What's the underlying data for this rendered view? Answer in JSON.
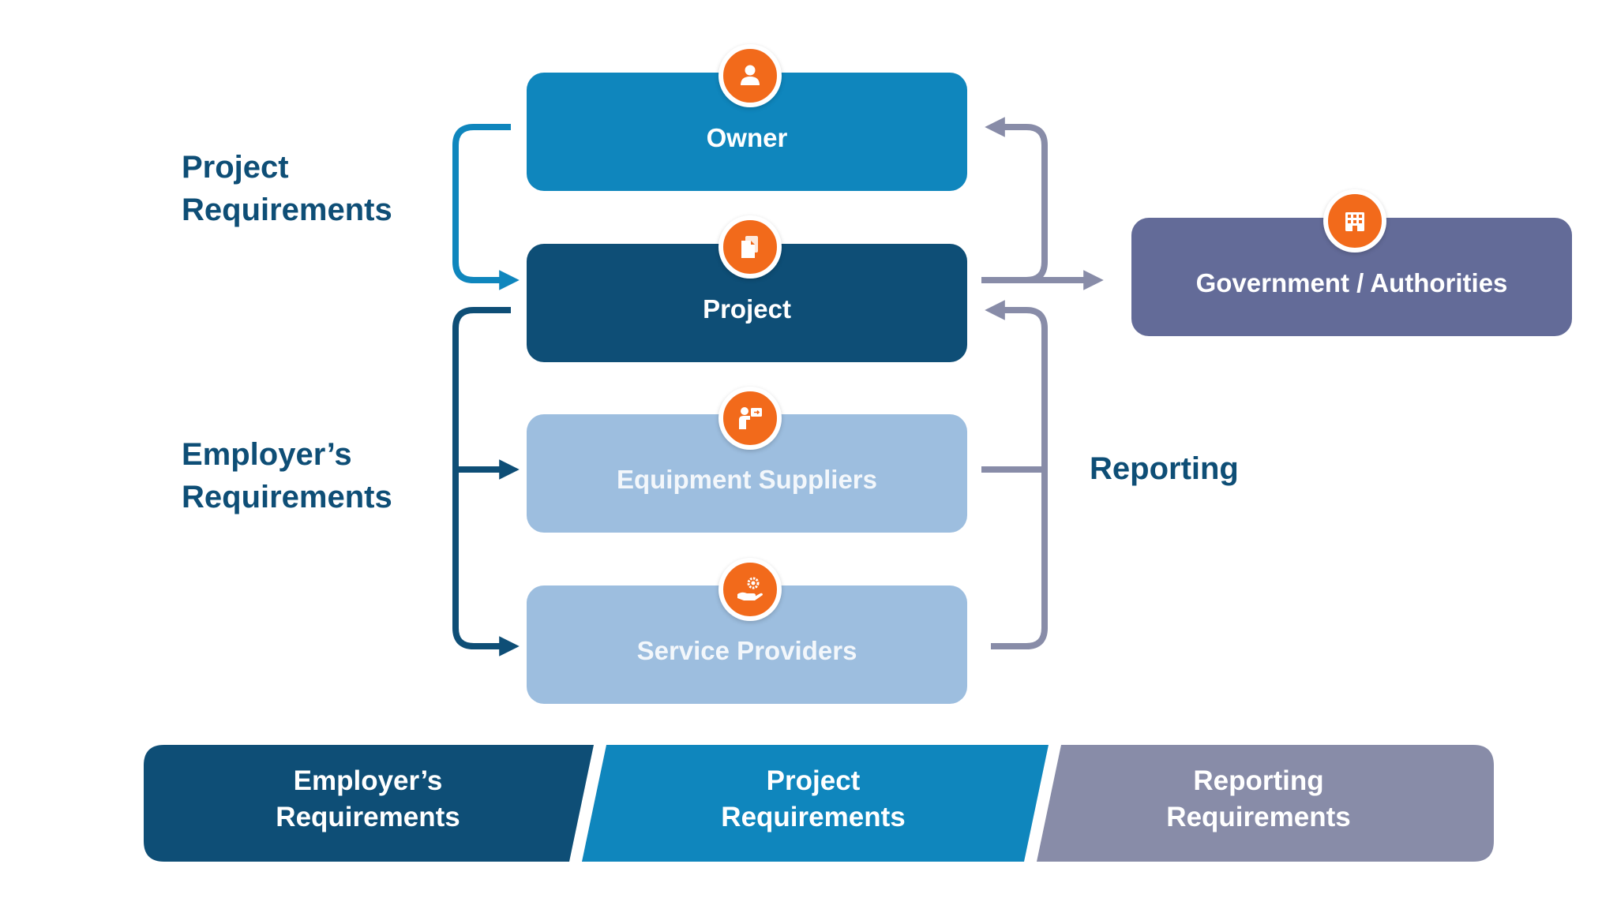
{
  "nodes": {
    "owner": {
      "label": "Owner",
      "icon": "person-icon"
    },
    "project": {
      "label": "Project",
      "icon": "documents-icon"
    },
    "equipment_suppliers": {
      "label": "Equipment Suppliers",
      "icon": "presenter-icon"
    },
    "service_providers": {
      "label": "Service Providers",
      "icon": "hand-gear-icon"
    },
    "government": {
      "label": "Government / Authorities",
      "icon": "building-icon"
    }
  },
  "side_labels": {
    "project_requirements": [
      "Project",
      "Requirements"
    ],
    "employers_requirements": [
      "Employer’s",
      "Requirements"
    ],
    "reporting": "Reporting"
  },
  "bottom_band": [
    {
      "line1": "Employer’s",
      "line2": "Requirements",
      "color": "#0e4e76"
    },
    {
      "line1": "Project",
      "line2": "Requirements",
      "color": "#0f86bd"
    },
    {
      "line1": "Reporting",
      "line2": "Requirements",
      "color": "#888ca8"
    }
  ],
  "colors": {
    "accent_orange": "#f26a1b",
    "dark_blue": "#0e4e76",
    "mid_blue": "#0f86bd",
    "light_blue": "#9dbedf",
    "slate": "#636b98",
    "reporting_gray": "#888ca8"
  }
}
